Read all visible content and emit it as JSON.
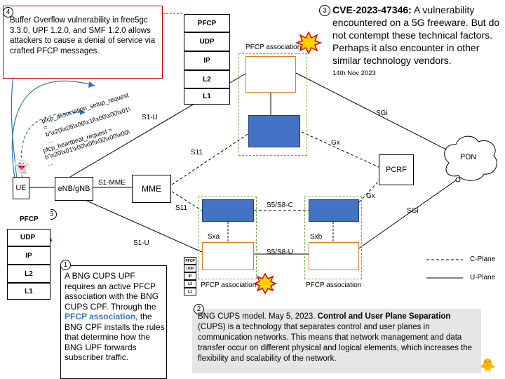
{
  "note4": {
    "number": "4",
    "text": "Buffer Overflow vulnerability in free5gc 3.3.0, UPF 1.2.0, and SMF 1.2.0 allows attackers to cause a denial of service via crafted PFCP messages."
  },
  "note3": {
    "number": "3",
    "cve": "CVE-2023-47346:",
    "text": " A vulnerability encountered  on a 5G freeware. But do not contempt these technical factors. Perhaps it also encounter in other similar technology vendors.",
    "date": "14th Nov 2023"
  },
  "note1": {
    "number": "1",
    "text_before": "A BNG CUPS UPF requires an active PFCP association with the BNG CUPS CPF. Through the ",
    "link": "PFCP association",
    "text_after": ", the BNG CPF installs the rules that determine how the BNG UPF forwards subscriber traffic."
  },
  "note2": {
    "number": "2",
    "text_before": "BNG CUPS model. May 5, 2023. ",
    "bold": "Control and User Plane Separation",
    "text_after": " (CUPS) is a technology that separates control and user planes in communication networks. This means that network management and data transfer occur on different physical and logical elements, which increases the flexibility and scalability of the network."
  },
  "top_stack": [
    "PFCP",
    "UDP",
    "IP",
    "L2",
    "L1"
  ],
  "left_stack": {
    "number": "5",
    "layers": [
      "PFCP",
      "UDP",
      "IP",
      "L2",
      "L1"
    ]
  },
  "mini_stack": [
    "PFCP",
    "UDP",
    "IP",
    "L2",
    "L1"
  ],
  "nodes": {
    "ue": "UE",
    "enb": "eNB/gNB",
    "mme": "MME",
    "pcrf": "PCRF",
    "pdn": "PDN"
  },
  "messages": {
    "setup": "pfcp_association_setup_request = b'\\x20\\x05\\x00\\x1f\\x00\\x00\\x01\\ ...",
    "heartbeat": "pfcp_heartbeat_request = b'\\x20\\x01\\x00\\x0f\\x00\\x00\\x00\\ ..."
  },
  "labels": {
    "pfcp_assoc_top": "PFCP association",
    "pfcp_assoc_bl": "PFCP association",
    "pfcp_assoc_br": "PFCP association",
    "s1u_top": "S1-U",
    "s1u_bottom": "S1-U",
    "s1mme": "S1-MME",
    "s11_top": "S11",
    "s11_bottom": "S11",
    "sgi_top": "SGi",
    "sgi_bottom": "SGi",
    "gx_top": "Gx",
    "gx_bottom": "Gx",
    "s5s8c": "S5/S8-C",
    "s5s8u": "S5/S8-U",
    "sxa": "Sxa",
    "sxb": "Sxb"
  },
  "legend": {
    "cplane": "C-Plane",
    "uplane": "U-Plane"
  },
  "colors": {
    "blue_block": "#4472c4",
    "orange_border": "#e07b20",
    "green_dashed": "#70ad47",
    "red_note_border": "#c00000",
    "link_blue": "#2e75b6",
    "note2_bg": "#e7e6e6"
  }
}
